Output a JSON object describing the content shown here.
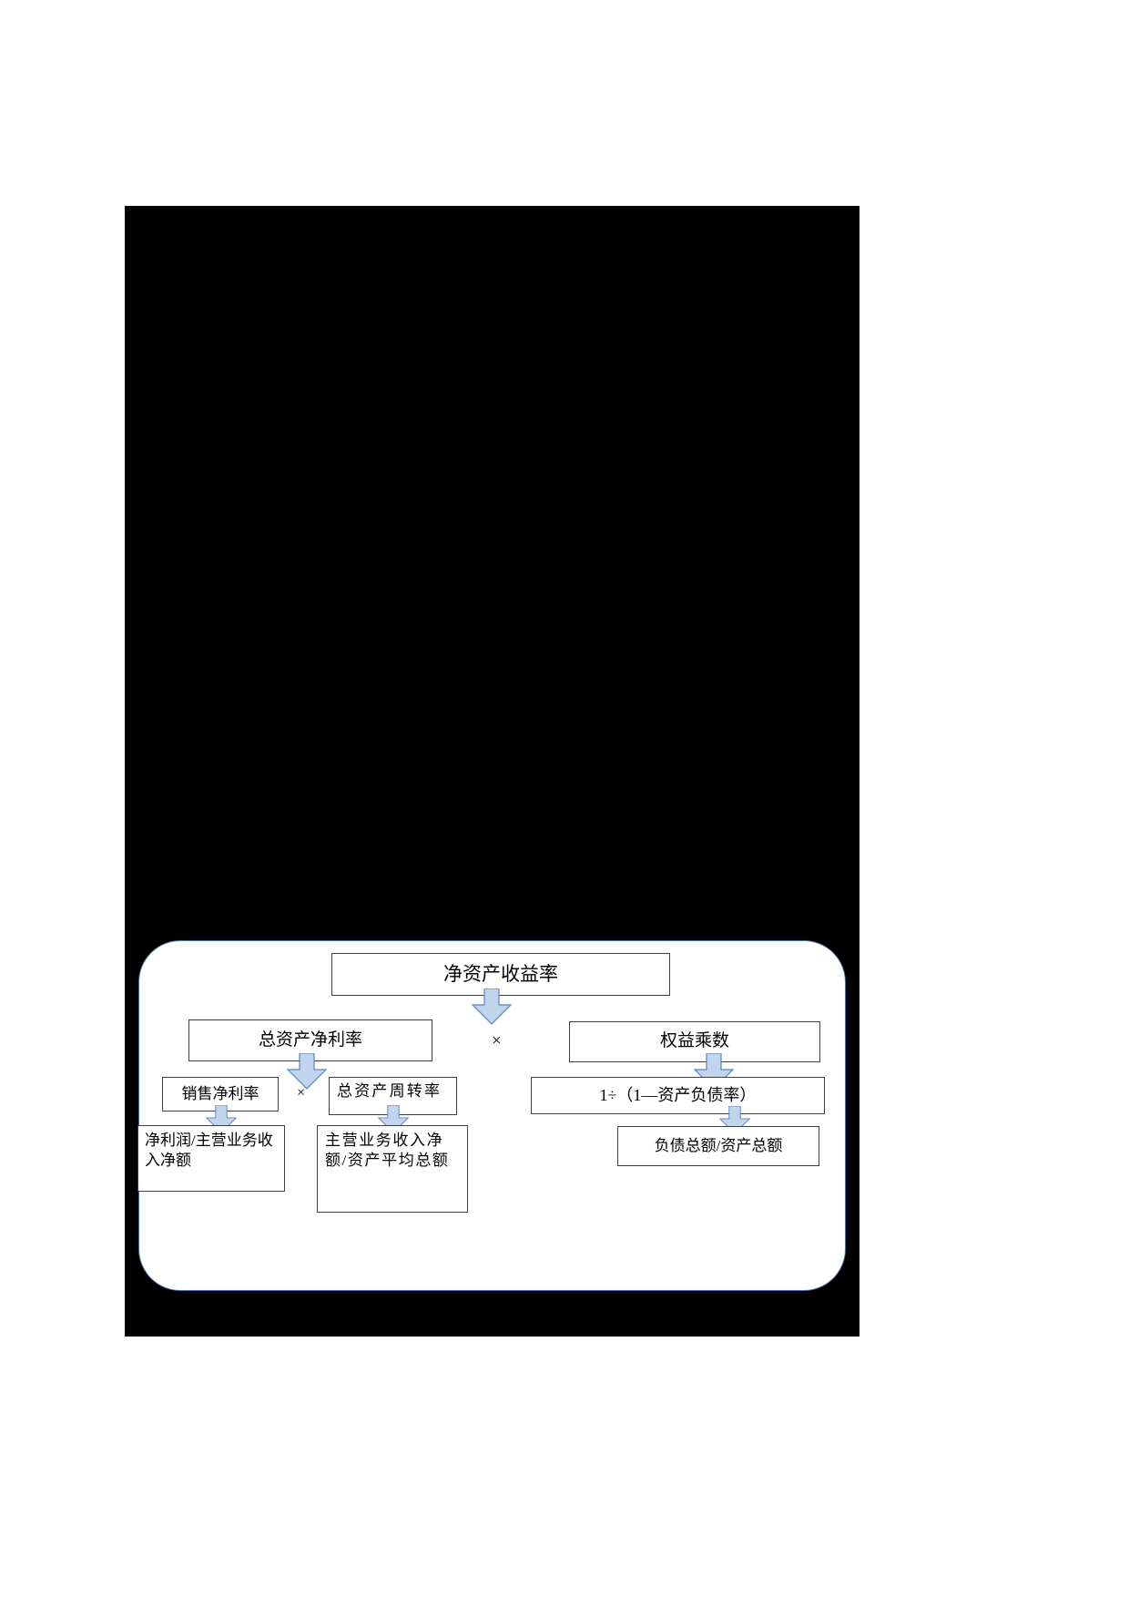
{
  "page": {
    "background_color": "#ffffff",
    "redacted_block_color": "#000000",
    "panel_border_color": "#4472a8",
    "box_border_color": "#3f3f3f",
    "arrow_fill_color": "#c2d5ee",
    "arrow_stroke_color": "#5d85bd"
  },
  "diagram": {
    "type": "dupont-analysis-tree",
    "operators": {
      "times_top": "×",
      "times_mid": "×"
    },
    "nodes": {
      "roe": {
        "label": "净资产收益率",
        "level": 1
      },
      "roa": {
        "label": "总资产净利率",
        "level": 2
      },
      "equity_multiplier": {
        "label": "权益乘数",
        "level": 2
      },
      "net_profit_margin": {
        "label": "销售净利率",
        "level": 3
      },
      "total_asset_turnover": {
        "label": "总资产周转率",
        "level": 3
      },
      "equity_multiplier_formula": {
        "label": "1÷（1—资产负债率）",
        "level": 3
      },
      "net_profit_margin_detail": {
        "label": "净利润/主营业务收入净额",
        "level": 4
      },
      "total_asset_turnover_detail": {
        "label": "主营业务收入净额/资产平均总额",
        "level": 4
      },
      "debt_ratio_detail": {
        "label": "负债总额/资产总额",
        "level": 4
      }
    },
    "arrows": [
      {
        "name": "roe-to-children",
        "from": "roe",
        "direction": "down"
      },
      {
        "name": "roa-to-children",
        "from": "roa",
        "direction": "down"
      },
      {
        "name": "equity-multiplier-to-formula",
        "from": "equity_multiplier",
        "direction": "down"
      },
      {
        "name": "npm-to-detail",
        "from": "net_profit_margin",
        "direction": "down"
      },
      {
        "name": "tat-to-detail",
        "from": "total_asset_turnover",
        "direction": "down"
      },
      {
        "name": "formula-to-debt-detail",
        "from": "equity_multiplier_formula",
        "direction": "down"
      }
    ]
  }
}
